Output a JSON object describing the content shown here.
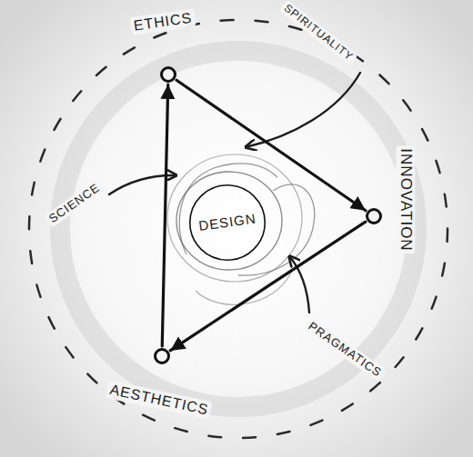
{
  "diagram": {
    "nodes": [
      {
        "text": [
          "ETHICS"
        ]
      },
      {
        "text": [
          "DESIGN"
        ]
      },
      {
        "text": [
          "INNOVATION"
        ]
      },
      {
        "text": [
          "AESTHETICS"
        ]
      }
    ],
    "edges": [
      {
        "from": 0,
        "to": 2,
        "arrow": "to"
      },
      {
        "from": 2,
        "to": 3,
        "arrow": "to"
      },
      {
        "from": 3,
        "to": 0,
        "arrow": "to"
      }
    ],
    "labels": [
      "SPIRITUALITY",
      "SCIENCE",
      "PRAGMATICS"
    ]
  }
}
